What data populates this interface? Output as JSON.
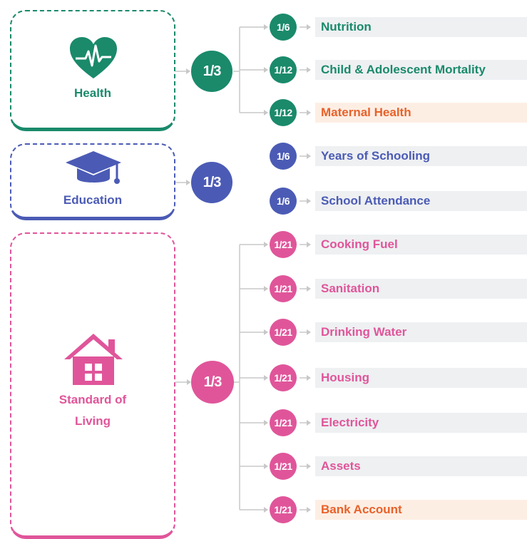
{
  "colors": {
    "health": "#1a8a6b",
    "education": "#4b5bb5",
    "living": "#e0559a",
    "highlight_text": "#e8622a",
    "bar_default": "#eef0f2",
    "bar_highlight": "#fdeee4",
    "line": "#c8c8c8"
  },
  "dimensions": [
    {
      "key": "health",
      "label": "Health",
      "icon": "heart-pulse-icon",
      "weight": "1/3",
      "indicators": [
        {
          "label": "Nutrition",
          "weight": "1/6",
          "highlight": false
        },
        {
          "label": "Child & Adolescent Mortality",
          "weight": "1/12",
          "highlight": false
        },
        {
          "label": "Maternal Health",
          "weight": "1/12",
          "highlight": true
        }
      ]
    },
    {
      "key": "education",
      "label": "Education",
      "icon": "graduation-cap-icon",
      "weight": "1/3",
      "indicators": [
        {
          "label": "Years of Schooling",
          "weight": "1/6",
          "highlight": false
        },
        {
          "label": "School Attendance",
          "weight": "1/6",
          "highlight": false
        }
      ]
    },
    {
      "key": "living",
      "label_lines": [
        "Standard of",
        "Living"
      ],
      "icon": "house-icon",
      "weight": "1/3",
      "indicators": [
        {
          "label": "Cooking Fuel",
          "weight": "1/21",
          "highlight": false
        },
        {
          "label": "Sanitation",
          "weight": "1/21",
          "highlight": false
        },
        {
          "label": "Drinking Water",
          "weight": "1/21",
          "highlight": false
        },
        {
          "label": "Housing",
          "weight": "1/21",
          "highlight": false
        },
        {
          "label": "Electricity",
          "weight": "1/21",
          "highlight": false
        },
        {
          "label": "Assets",
          "weight": "1/21",
          "highlight": false
        },
        {
          "label": "Bank Account",
          "weight": "1/21",
          "highlight": true
        }
      ]
    }
  ]
}
